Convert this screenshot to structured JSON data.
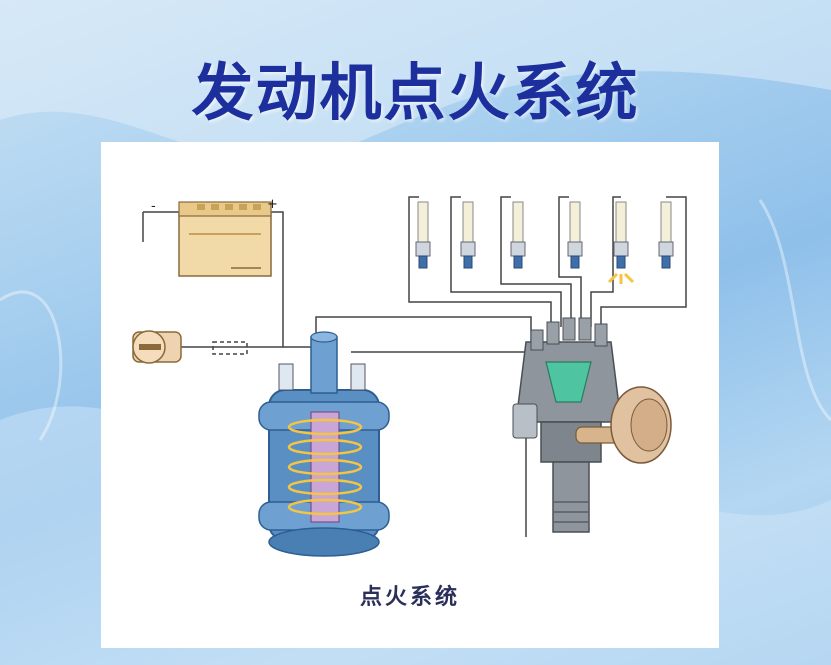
{
  "slide": {
    "title": "发动机点火系统"
  },
  "diagram": {
    "caption": "点火系统",
    "battery": {
      "minus_label": "-",
      "plus_label": "+"
    },
    "spark_plug_count": 6,
    "colors": {
      "title": "#1c2f9c",
      "coil_body": "#5a8fc4",
      "coil_core": "#c9a6d6",
      "battery_case": "#f2d9a8",
      "wire": "#444444",
      "spark": "#f5c542",
      "rotor": "#4fc4a0"
    }
  }
}
